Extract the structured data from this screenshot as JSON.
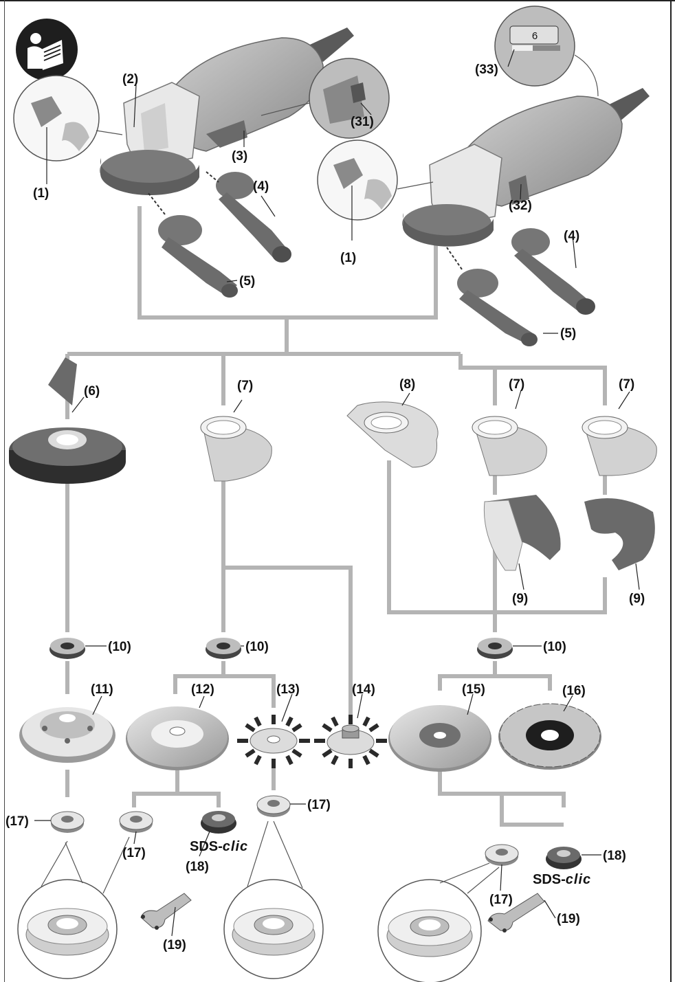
{
  "labels": {
    "c1a": "(1)",
    "c1b": "(1)",
    "c2": "(2)",
    "c3": "(3)",
    "c4a": "(4)",
    "c4b": "(4)",
    "c5a": "(5)",
    "c5b": "(5)",
    "c6": "(6)",
    "c7a": "(7)",
    "c7b": "(7)",
    "c7c": "(7)",
    "c8": "(8)",
    "c9a": "(9)",
    "c9b": "(9)",
    "c10a": "(10)",
    "c10b": "(10)",
    "c10c": "(10)",
    "c11": "(11)",
    "c12": "(12)",
    "c13": "(13)",
    "c14": "(14)",
    "c15": "(15)",
    "c16": "(16)",
    "c17a": "(17)",
    "c17b": "(17)",
    "c17c": "(17)",
    "c17d": "(17)",
    "c18a": "(18)",
    "c18b": "(18)",
    "c19a": "(19)",
    "c19b": "(19)",
    "c31": "(31)",
    "c32": "(32)",
    "c33": "(33)"
  },
  "sds": {
    "prefix": "SDS-",
    "suffix": "clic"
  },
  "dial_value": "6",
  "icons": {
    "manual": "read-manual-icon"
  },
  "colors": {
    "line": "#b4b4b4",
    "part_dark": "#6e6e6e",
    "part_mid": "#a8a8a8",
    "part_light": "#dcdcdc",
    "text": "#111111"
  }
}
